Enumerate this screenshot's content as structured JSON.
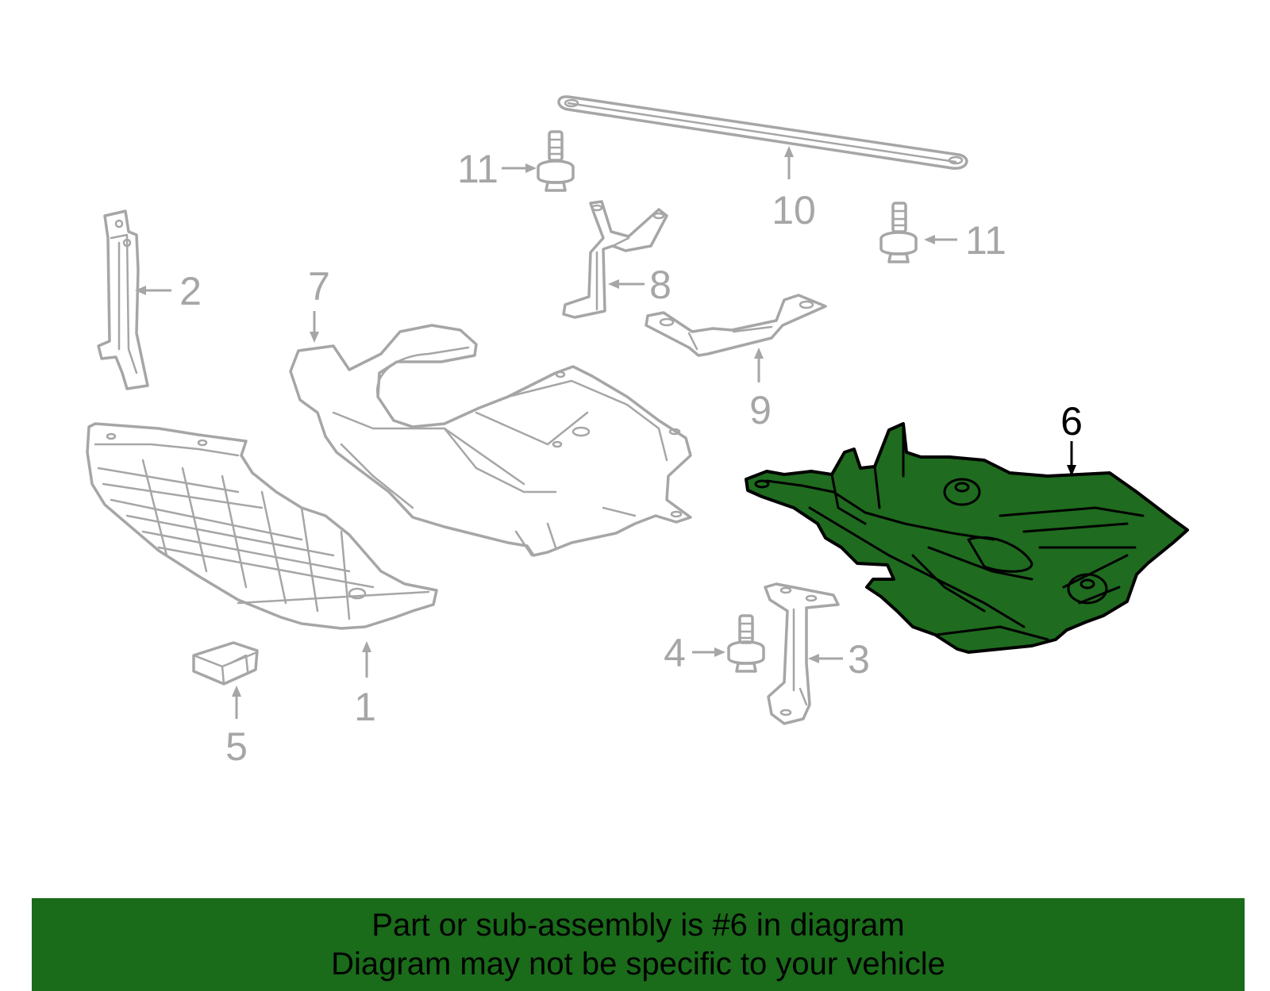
{
  "diagram": {
    "callouts": [
      {
        "id": "1",
        "label": "1",
        "highlighted": false
      },
      {
        "id": "2",
        "label": "2",
        "highlighted": false
      },
      {
        "id": "3",
        "label": "3",
        "highlighted": false
      },
      {
        "id": "4",
        "label": "4",
        "highlighted": false
      },
      {
        "id": "5",
        "label": "5",
        "highlighted": false
      },
      {
        "id": "6",
        "label": "6",
        "highlighted": true
      },
      {
        "id": "7",
        "label": "7",
        "highlighted": false
      },
      {
        "id": "8",
        "label": "8",
        "highlighted": false
      },
      {
        "id": "9",
        "label": "9",
        "highlighted": false
      },
      {
        "id": "10",
        "label": "10",
        "highlighted": false
      },
      {
        "id": "11a",
        "label": "11",
        "highlighted": false
      },
      {
        "id": "11b",
        "label": "11",
        "highlighted": false
      }
    ],
    "colors": {
      "part_outline": "#a6a6a6",
      "highlight_fill": "#1f6b1f",
      "highlight_outline": "#000000",
      "banner_background": "#1a6b1a"
    }
  },
  "banner": {
    "line1": "Part or sub-assembly is #6 in diagram",
    "line2": "Diagram may not be specific to your vehicle"
  }
}
